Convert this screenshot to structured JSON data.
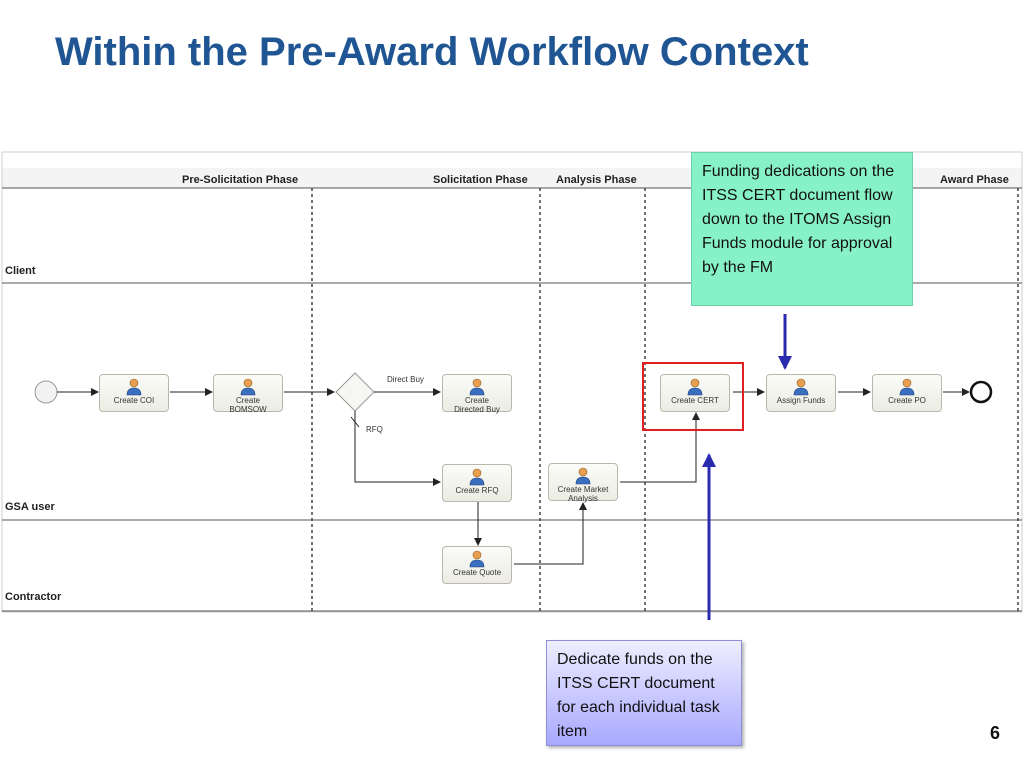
{
  "slide": {
    "title": "Within the Pre-Award Workflow Context",
    "page_number": "6"
  },
  "phases": {
    "pre_solicitation": "Pre-Solicitation Phase",
    "solicitation": "Solicitation Phase",
    "analysis": "Analysis Phase",
    "award": "Award Phase"
  },
  "lanes": {
    "client": "Client",
    "gsa_user": "GSA user",
    "contractor": "Contractor"
  },
  "tasks": {
    "create_coi": "Create COI",
    "create_bomsow_line1": "Create",
    "create_bomsow_line2": "BOMSOW",
    "create_directed_buy_line1": "Create",
    "create_directed_buy_line2": "Directed Buy",
    "create_rfq": "Create RFQ",
    "create_market_analysis_line1": "Create Market",
    "create_market_analysis_line2": "Analysis",
    "create_quote": "Create Quote",
    "create_cert": "Create CERT",
    "assign_funds": "Assign Funds",
    "create_po": "Create PO"
  },
  "edges": {
    "direct_buy": "Direct Buy",
    "rfq": "RFQ"
  },
  "callouts": {
    "green_note": "Funding dedications on the ITSS CERT document flow down to the ITOMS Assign Funds module for approval by the FM",
    "blue_note": "Dedicate funds on the ITSS CERT document for each individual task item"
  },
  "colors": {
    "title": "#1f5593",
    "highlight_box": "#e02020",
    "callout_arrow": "#2b2bb0",
    "green_note_bg": "#88f2c7",
    "blue_note_bg": "#a8a8ff"
  },
  "icons": {
    "task_icon": "person-icon"
  }
}
